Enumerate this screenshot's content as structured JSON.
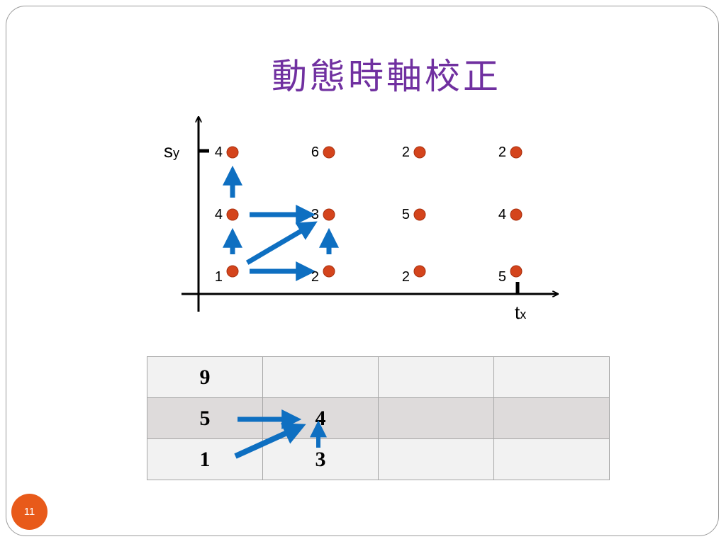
{
  "slide": {
    "title": "動態時軸校正",
    "page_number": "11"
  },
  "diagram": {
    "y_axis_label": "s",
    "y_axis_sub": "y",
    "x_axis_label": "t",
    "x_axis_sub": "x",
    "grid_values": [
      [
        "1",
        "4",
        "4"
      ],
      [
        "2",
        "3",
        "6"
      ],
      [
        "2",
        "5",
        "2"
      ],
      [
        "5",
        "4",
        "2"
      ]
    ],
    "path_arrows": [
      {
        "from": [
          0,
          0
        ],
        "to": [
          1,
          0
        ]
      },
      {
        "from": [
          0,
          0
        ],
        "to": [
          1,
          1
        ]
      },
      {
        "from": [
          0,
          0
        ],
        "to": [
          0,
          1
        ]
      },
      {
        "from": [
          0,
          1
        ],
        "to": [
          1,
          1
        ]
      },
      {
        "from": [
          0,
          1
        ],
        "to": [
          0,
          2
        ]
      },
      {
        "from": [
          1,
          0
        ],
        "to": [
          1,
          1
        ]
      }
    ],
    "colors": {
      "node_fill": "#d4441c",
      "node_stroke": "#a8300e",
      "arrow": "#0e6fc1",
      "axis": "#000000"
    }
  },
  "table": {
    "rows": [
      [
        "9",
        "",
        "",
        ""
      ],
      [
        "5",
        "4",
        "",
        ""
      ],
      [
        "1",
        "3",
        "",
        ""
      ]
    ]
  },
  "colors": {
    "title": "#7030a0",
    "badge": "#e85a1a"
  }
}
